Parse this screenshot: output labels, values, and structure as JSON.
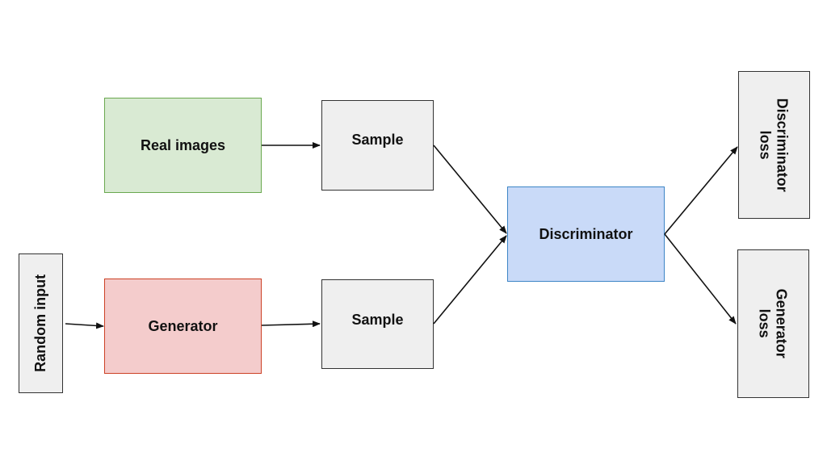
{
  "nodes": {
    "real_images": "Real images",
    "sample_top": "Sample",
    "sample_bottom": "Sample",
    "generator": "Generator",
    "random_input": "Random input",
    "discriminator": "Discriminator",
    "discriminator_loss": "Discriminator\nloss",
    "generator_loss": "Generator\nloss"
  },
  "edges": [
    {
      "from": "real_images",
      "to": "sample_top"
    },
    {
      "from": "random_input",
      "to": "generator"
    },
    {
      "from": "generator",
      "to": "sample_bottom"
    },
    {
      "from": "sample_top",
      "to": "discriminator"
    },
    {
      "from": "sample_bottom",
      "to": "discriminator"
    },
    {
      "from": "discriminator",
      "to": "discriminator_loss"
    },
    {
      "from": "discriminator",
      "to": "generator_loss"
    }
  ],
  "colors": {
    "real_images_fill": "#d9ead3",
    "generator_fill": "#f4cccc",
    "discriminator_fill": "#c9daf8",
    "neutral_fill": "#efefef"
  }
}
